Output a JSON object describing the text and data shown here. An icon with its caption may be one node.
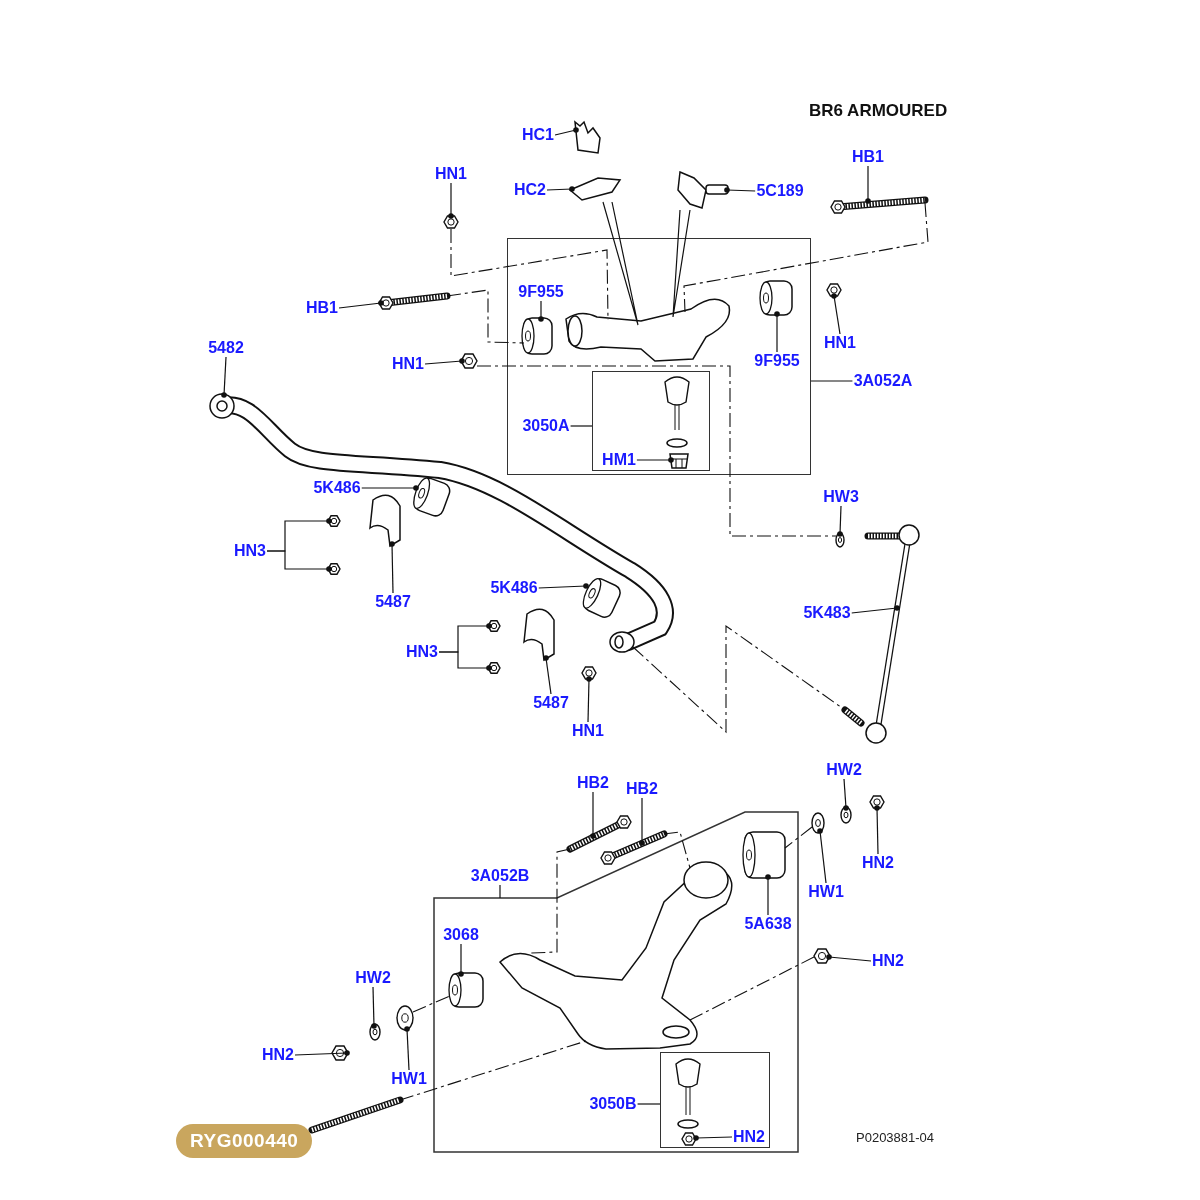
{
  "diagram": {
    "nodes": [
      {
        "text": [
          "HC1"
        ]
      },
      {
        "text": [
          "HN1"
        ]
      },
      {
        "text": [
          "HC2"
        ]
      },
      {
        "text": [
          "5C189"
        ]
      },
      {
        "text": [
          "HB1"
        ]
      },
      {
        "text": [
          "HB1"
        ]
      },
      {
        "text": [],
        "shape": "box"
      },
      {
        "text": [
          "9F955"
        ],
        "in": 6
      },
      {
        "text": [
          "9F955"
        ],
        "in": 6
      },
      {
        "text": [
          "HN1"
        ]
      },
      {
        "text": [
          "HN1"
        ]
      },
      {
        "text": [
          "3A052A"
        ]
      },
      {
        "text": [],
        "shape": "box",
        "in": 6
      },
      {
        "text": [
          "3050A"
        ],
        "in": 6
      },
      {
        "text": [
          "HM1"
        ],
        "in": 12
      },
      {
        "text": [
          "5482"
        ]
      },
      {
        "text": [
          "5K486"
        ]
      },
      {
        "text": [
          "HN3"
        ]
      },
      {
        "text": [
          "5487"
        ]
      },
      {
        "text": [
          "5K486"
        ]
      },
      {
        "text": [
          "HN3"
        ]
      },
      {
        "text": [
          "5487"
        ]
      },
      {
        "text": [
          "HN1"
        ]
      },
      {
        "text": [
          "HW3"
        ]
      },
      {
        "text": [
          "5K483"
        ]
      },
      {
        "text": [
          "HB2"
        ]
      },
      {
        "text": [
          "HB2"
        ]
      },
      {
        "text": [
          "HW2"
        ]
      },
      {
        "text": [
          "HN2"
        ]
      },
      {
        "text": [
          "HW1"
        ]
      },
      {
        "text": [],
        "shape": "box"
      },
      {
        "text": [
          "3A052B"
        ]
      },
      {
        "text": [
          "3068"
        ],
        "in": 30
      },
      {
        "text": [
          "5A638"
        ],
        "in": 30
      },
      {
        "text": [
          "HN2"
        ]
      },
      {
        "text": [
          "HW2"
        ]
      },
      {
        "text": [
          "HN2"
        ]
      },
      {
        "text": [
          "HW1"
        ]
      },
      {
        "text": [],
        "shape": "box",
        "in": 30
      },
      {
        "text": [
          "3050B"
        ],
        "in": 30
      },
      {
        "text": [
          "HN2"
        ],
        "in": 38
      },
      {
        "text": [],
        "shape": "picture"
      },
      {
        "text": [],
        "shape": "picture"
      },
      {
        "text": [],
        "shape": "picture"
      },
      {
        "text": [],
        "shape": "picture"
      },
      {
        "text": [],
        "shape": "picture"
      },
      {
        "text": [],
        "shape": "picture"
      },
      {
        "text": [],
        "shape": "picture",
        "in": 6
      },
      {
        "text": [],
        "shape": "picture",
        "in": 6
      },
      {
        "text": [],
        "shape": "picture"
      },
      {
        "text": [],
        "shape": "picture"
      },
      {
        "text": [],
        "shape": "picture",
        "in": 12
      },
      {
        "text": [],
        "shape": "picture"
      },
      {
        "text": [],
        "shape": "picture"
      },
      {
        "text": [],
        "shape": "picture"
      },
      {
        "text": [],
        "shape": "picture"
      },
      {
        "text": [],
        "shape": "picture"
      },
      {
        "text": [],
        "shape": "picture"
      },
      {
        "text": [],
        "shape": "picture"
      },
      {
        "text": [],
        "shape": "picture"
      },
      {
        "text": [],
        "shape": "picture"
      },
      {
        "text": [],
        "shape": "picture"
      },
      {
        "text": [],
        "shape": "picture"
      },
      {
        "text": [],
        "shape": "picture"
      },
      {
        "text": [],
        "shape": "picture"
      },
      {
        "text": [],
        "shape": "picture"
      },
      {
        "text": [],
        "shape": "picture"
      },
      {
        "text": [],
        "shape": "picture",
        "in": 30
      },
      {
        "text": [],
        "shape": "picture",
        "in": 30
      },
      {
        "text": [],
        "shape": "picture"
      },
      {
        "text": [],
        "shape": "picture"
      },
      {
        "text": [],
        "shape": "picture"
      },
      {
        "text": [],
        "shape": "picture"
      },
      {
        "text": [],
        "shape": "picture",
        "in": 38
      },
      {
        "text": [],
        "shape": "picture",
        "in": 6
      },
      {
        "text": [],
        "shape": "picture"
      },
      {
        "text": [],
        "shape": "picture"
      },
      {
        "text": [],
        "shape": "picture"
      },
      {
        "text": [],
        "shape": "picture"
      },
      {
        "text": [],
        "shape": "picture",
        "in": 30
      },
      {
        "text": [],
        "shape": "picture"
      }
    ],
    "edges": [
      {
        "from": 0,
        "to": 41,
        "arrow": "other"
      },
      {
        "from": 1,
        "to": 42,
        "arrow": "other"
      },
      {
        "from": 2,
        "to": 43,
        "arrow": "other"
      },
      {
        "from": 3,
        "to": 44,
        "arrow": "other"
      },
      {
        "from": 4,
        "to": 45,
        "arrow": "other"
      },
      {
        "from": 5,
        "to": 46,
        "arrow": "other"
      },
      {
        "from": 7,
        "to": 47,
        "arrow": "other"
      },
      {
        "from": 8,
        "to": 48,
        "arrow": "other"
      },
      {
        "from": 9,
        "to": 49,
        "arrow": "other"
      },
      {
        "from": 10,
        "to": 50,
        "arrow": "other"
      },
      {
        "from": 11,
        "to": 6,
        "arrow": "none"
      },
      {
        "from": 13,
        "to": 12,
        "arrow": "none"
      },
      {
        "from": 14,
        "to": 51,
        "arrow": "other"
      },
      {
        "from": 15,
        "to": 75,
        "arrow": "other"
      },
      {
        "from": 16,
        "to": 52,
        "arrow": "other"
      },
      {
        "from": 17,
        "to": 53,
        "arrow": "other"
      },
      {
        "from": 17,
        "to": 54,
        "arrow": "other"
      },
      {
        "from": 18,
        "to": 55,
        "arrow": "other"
      },
      {
        "from": 19,
        "to": 56,
        "arrow": "other"
      },
      {
        "from": 20,
        "to": 57,
        "arrow": "other"
      },
      {
        "from": 20,
        "to": 58,
        "arrow": "other"
      },
      {
        "from": 21,
        "to": 59,
        "arrow": "other"
      },
      {
        "from": 22,
        "to": 60,
        "arrow": "other"
      },
      {
        "from": 23,
        "to": 61,
        "arrow": "other"
      },
      {
        "from": 24,
        "to": 77,
        "arrow": "other"
      },
      {
        "from": 25,
        "to": 62,
        "arrow": "other"
      },
      {
        "from": 26,
        "to": 63,
        "arrow": "other"
      },
      {
        "from": 27,
        "to": 64,
        "arrow": "other"
      },
      {
        "from": 28,
        "to": 65,
        "arrow": "other"
      },
      {
        "from": 29,
        "to": 66,
        "arrow": "other"
      },
      {
        "from": 31,
        "to": 30,
        "arrow": "none"
      },
      {
        "from": 32,
        "to": 67,
        "arrow": "other"
      },
      {
        "from": 33,
        "to": 68,
        "arrow": "other"
      },
      {
        "from": 34,
        "to": 69,
        "arrow": "other"
      },
      {
        "from": 35,
        "to": 70,
        "arrow": "other"
      },
      {
        "from": 36,
        "to": 71,
        "arrow": "other"
      },
      {
        "from": 37,
        "to": 72,
        "arrow": "other"
      },
      {
        "from": 39,
        "to": 38,
        "arrow": "none"
      },
      {
        "from": 40,
        "to": 73,
        "arrow": "other"
      },
      {
        "from": 42,
        "to": 74,
        "arrow": "none",
        "style": "dashed"
      },
      {
        "from": 45,
        "to": 74,
        "arrow": "none",
        "style": "dashed"
      },
      {
        "from": 46,
        "to": 47,
        "arrow": "none",
        "style": "dashed"
      },
      {
        "from": 50,
        "to": 61,
        "arrow": "none",
        "style": "dashed"
      },
      {
        "from": 76,
        "to": 78,
        "arrow": "none",
        "style": "dashed"
      },
      {
        "from": 66,
        "to": 68,
        "arrow": "none",
        "style": "dashed"
      },
      {
        "from": 62,
        "to": 79,
        "arrow": "none",
        "style": "dashed"
      },
      {
        "from": 63,
        "to": 79,
        "arrow": "none",
        "style": "dashed"
      },
      {
        "from": 72,
        "to": 67,
        "arrow": "none",
        "style": "dashed"
      },
      {
        "from": 80,
        "to": 79,
        "arrow": "none",
        "style": "dashed"
      },
      {
        "from": 79,
        "to": 69,
        "arrow": "none",
        "style": "dashed"
      },
      {
        "from": 43,
        "to": 74,
        "arrow": "none"
      },
      {
        "from": 44,
        "to": 74,
        "arrow": "none"
      }
    ],
    "labels": [
      "BR6 ARMOURED",
      "RYG000440",
      "P0203881-04"
    ]
  }
}
